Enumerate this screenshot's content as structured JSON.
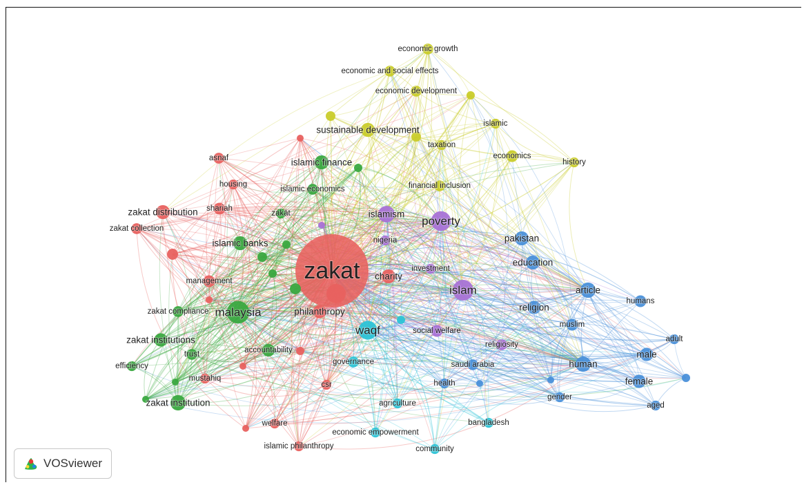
{
  "app": {
    "name": "VOSviewer"
  },
  "clusters": {
    "red": "#e8615f",
    "green": "#3aa840",
    "blue": "#4a90d9",
    "yellow": "#c9cc2a",
    "purple": "#a872d6",
    "cyan": "#2cc3d6"
  },
  "nodes": [
    {
      "id": "zakat",
      "label": "zakat",
      "cluster": "red",
      "weight": 100
    },
    {
      "id": "malaysia",
      "label": "malaysia",
      "cluster": "green",
      "weight": 26
    },
    {
      "id": "islam",
      "label": "islam",
      "cluster": "purple",
      "weight": 22
    },
    {
      "id": "poverty",
      "label": "poverty",
      "cluster": "purple",
      "weight": 20
    },
    {
      "id": "waqf",
      "label": "waqf",
      "cluster": "cyan",
      "weight": 18
    },
    {
      "id": "islamism",
      "label": "islamism",
      "cluster": "purple",
      "weight": 14
    },
    {
      "id": "article",
      "label": "article",
      "cluster": "blue",
      "weight": 12
    },
    {
      "id": "human",
      "label": "human",
      "cluster": "blue",
      "weight": 12
    },
    {
      "id": "zakat-institution",
      "label": "zakat institution",
      "cluster": "green",
      "weight": 12
    },
    {
      "id": "charity",
      "label": "charity",
      "cluster": "red",
      "weight": 10
    },
    {
      "id": "pakistan",
      "label": "pakistan",
      "cluster": "blue",
      "weight": 10
    },
    {
      "id": "education",
      "label": "education",
      "cluster": "blue",
      "weight": 10
    },
    {
      "id": "religion",
      "label": "religion",
      "cluster": "blue",
      "weight": 9
    },
    {
      "id": "female",
      "label": "female",
      "cluster": "blue",
      "weight": 9
    },
    {
      "id": "male",
      "label": "male",
      "cluster": "blue",
      "weight": 9
    },
    {
      "id": "zakat-distribution",
      "label": "zakat distribution",
      "cluster": "red",
      "weight": 10
    },
    {
      "id": "islamic-banks",
      "label": "islamic banks",
      "cluster": "green",
      "weight": 10
    },
    {
      "id": "islamic-finance",
      "label": "islamic finance",
      "cluster": "green",
      "weight": 10
    },
    {
      "id": "sustainable-development",
      "label": "sustainable development",
      "cluster": "yellow",
      "weight": 10
    },
    {
      "id": "zakat-institutions",
      "label": "zakat institutions",
      "cluster": "green",
      "weight": 9
    },
    {
      "id": "philanthropy",
      "label": "philanthropy",
      "cluster": "red",
      "weight": 9
    },
    {
      "id": "accountability",
      "label": "accountability",
      "cluster": "green",
      "weight": 8
    },
    {
      "id": "management",
      "label": "management",
      "cluster": "red",
      "weight": 7
    },
    {
      "id": "social-welfare",
      "label": "social welfare",
      "cluster": "purple",
      "weight": 7
    },
    {
      "id": "humans",
      "label": "humans",
      "cluster": "blue",
      "weight": 7
    },
    {
      "id": "muslim",
      "label": "muslim",
      "cluster": "blue",
      "weight": 7
    },
    {
      "id": "economics",
      "label": "economics",
      "cluster": "yellow",
      "weight": 7
    },
    {
      "id": "shariah",
      "label": "shariah",
      "cluster": "red",
      "weight": 7
    },
    {
      "id": "trust",
      "label": "trust",
      "cluster": "green",
      "weight": 6
    },
    {
      "id": "religiosity",
      "label": "religiosity",
      "cluster": "purple",
      "weight": 6
    },
    {
      "id": "saudi-arabia",
      "label": "saudi arabia",
      "cluster": "blue",
      "weight": 6
    },
    {
      "id": "governance",
      "label": "governance",
      "cluster": "cyan",
      "weight": 6
    },
    {
      "id": "economic-growth",
      "label": "economic growth",
      "cluster": "yellow",
      "weight": 6
    },
    {
      "id": "economic-and-social-effects",
      "label": "economic and social effects",
      "cluster": "yellow",
      "weight": 6
    },
    {
      "id": "economic-development",
      "label": "economic development",
      "cluster": "yellow",
      "weight": 6
    },
    {
      "id": "financial-inclusion",
      "label": "financial inclusion",
      "cluster": "yellow",
      "weight": 6
    },
    {
      "id": "islamic-economics",
      "label": "islamic economics",
      "cluster": "green",
      "weight": 6
    },
    {
      "id": "zakat-compliance",
      "label": "zakat compliance",
      "cluster": "green",
      "weight": 6
    },
    {
      "id": "zakat-collection",
      "label": "zakat collection",
      "cluster": "red",
      "weight": 6
    },
    {
      "id": "asnaf",
      "label": "asnaf",
      "cluster": "red",
      "weight": 6
    },
    {
      "id": "housing",
      "label": "housing",
      "cluster": "red",
      "weight": 5
    },
    {
      "id": "zakat-accent",
      "label": "zakāt",
      "cluster": "green",
      "weight": 5
    },
    {
      "id": "nigeria",
      "label": "nigeria",
      "cluster": "purple",
      "weight": 5
    },
    {
      "id": "investment",
      "label": "investment",
      "cluster": "purple",
      "weight": 5
    },
    {
      "id": "mustahiq",
      "label": "mustahiq",
      "cluster": "red",
      "weight": 5
    },
    {
      "id": "efficiency",
      "label": "efficiency",
      "cluster": "green",
      "weight": 5
    },
    {
      "id": "csr",
      "label": "csr",
      "cluster": "red",
      "weight": 5
    },
    {
      "id": "health",
      "label": "health",
      "cluster": "blue",
      "weight": 5
    },
    {
      "id": "agriculture",
      "label": "agriculture",
      "cluster": "cyan",
      "weight": 5
    },
    {
      "id": "gender",
      "label": "gender",
      "cluster": "blue",
      "weight": 5
    },
    {
      "id": "adult",
      "label": "adult",
      "cluster": "blue",
      "weight": 5
    },
    {
      "id": "aged",
      "label": "aged",
      "cluster": "blue",
      "weight": 5
    },
    {
      "id": "bangladesh",
      "label": "bangladesh",
      "cluster": "cyan",
      "weight": 5
    },
    {
      "id": "welfare",
      "label": "welfare",
      "cluster": "red",
      "weight": 5
    },
    {
      "id": "economic-empowerment",
      "label": "economic empowerment",
      "cluster": "cyan",
      "weight": 5
    },
    {
      "id": "islamic-philanthropy",
      "label": "islamic philanthropy",
      "cluster": "red",
      "weight": 5
    },
    {
      "id": "community",
      "label": "community",
      "cluster": "cyan",
      "weight": 5
    },
    {
      "id": "taxation",
      "label": "taxation",
      "cluster": "yellow",
      "weight": 5
    },
    {
      "id": "islamic",
      "label": "islamic",
      "cluster": "yellow",
      "weight": 5
    },
    {
      "id": "history",
      "label": "history",
      "cluster": "yellow",
      "weight": 5
    }
  ]
}
